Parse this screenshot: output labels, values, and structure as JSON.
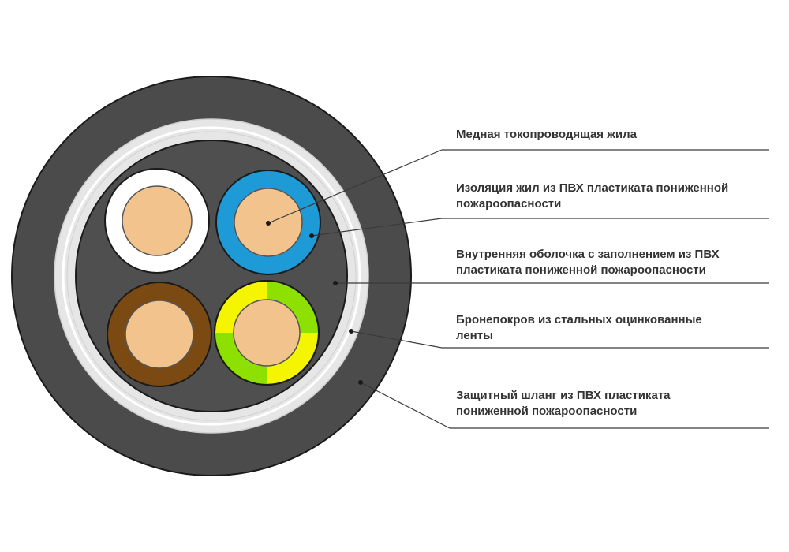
{
  "diagram": {
    "layers": {
      "outer_sheath": "Защитный шланг из ПВХ пластиката пониженной пожароопасности",
      "armor": "Бронепокров из стальных оцинкованные ленты",
      "inner_sheath": "Внутренняя оболочка с заполнением из ПВХ пластиката пониженной пожароопасности",
      "insulation": "Изоляция жил из ПВХ пластиката пониженной пожароопасности",
      "conductor": "Медная токопроводящая жила"
    },
    "labels": [
      {
        "id": "conductor",
        "lines": [
          "Медная токопроводящая жила"
        ]
      },
      {
        "id": "insulation",
        "lines": [
          "Изоляция жил из ПВХ пластиката пониженной",
          "пожароопасности"
        ]
      },
      {
        "id": "inner-sheath",
        "lines": [
          "Внутренняя оболочка с заполнением из ПВХ",
          "пластиката пониженной пожароопасности"
        ]
      },
      {
        "id": "armor",
        "lines": [
          "Бронепокров из стальных оцинкованные",
          "ленты"
        ]
      },
      {
        "id": "outer-sheath",
        "lines": [
          "Защитный шланг из ПВХ пластиката",
          "пониженной пожароопасности"
        ]
      }
    ],
    "cores": [
      {
        "id": "white",
        "insulation_color": "#ffffff"
      },
      {
        "id": "blue",
        "insulation_color": "#1e9ad6"
      },
      {
        "id": "brown",
        "insulation_color": "#7a4a12"
      },
      {
        "id": "yellow-green",
        "insulation_colors": [
          "#f5f500",
          "#8ee000"
        ]
      }
    ],
    "colors": {
      "outer_sheath": "#4b4b4b",
      "armor": "#e6e6e6",
      "inner_sheath": "#4f4f4f",
      "copper": "#f2c38d",
      "outline": "#1a1a1a"
    }
  }
}
